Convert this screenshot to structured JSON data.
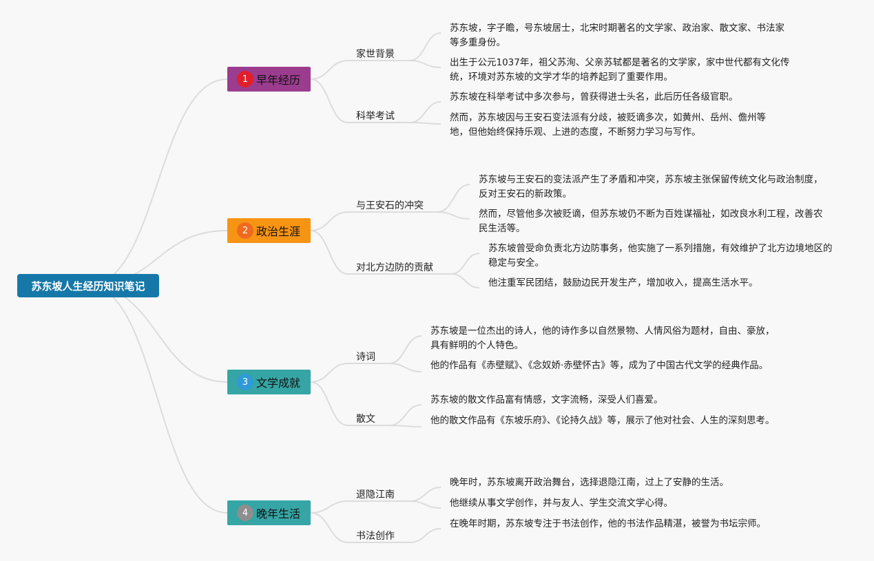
{
  "root": {
    "title": "苏东坡人生经历知识笔记"
  },
  "branches": [
    {
      "num": "1",
      "label": "早年经历",
      "color": "#9b3c8f",
      "badge_color": "#e01f2b",
      "children": [
        {
          "label": "家世背景",
          "leaves": [
            "苏东坡，字子瞻，号东坡居士，北宋时期著名的文学家、政治家、散文家、书法家等多重身份。",
            "出生于公元1037年，祖父苏洵、父亲苏轼都是著名的文学家，家中世代都有文化传统，环境对苏东坡的文学才华的培养起到了重要作用。"
          ]
        },
        {
          "label": "科举考试",
          "leaves": [
            "苏东坡在科举考试中多次参与，曾获得进士头名，此后历任各级官职。",
            "然而，苏东坡因与王安石变法派有分歧，被贬谪多次，如黄州、岳州、儋州等地，但他始终保持乐观、上进的态度，不断努力学习与写作。"
          ]
        }
      ]
    },
    {
      "num": "2",
      "label": "政治生涯",
      "color": "#f79414",
      "badge_color": "#ef6a1e",
      "children": [
        {
          "label": "与王安石的冲突",
          "leaves": [
            "苏东坡与王安石的变法派产生了矛盾和冲突，苏东坡主张保留传统文化与政治制度，反对王安石的新政策。",
            "然而，尽管他多次被贬谪，但苏东坡仍不断为百姓谋福祉，如改良水利工程，改善农民生活等。"
          ]
        },
        {
          "label": "对北方边防的贡献",
          "leaves": [
            "苏东坡曾受命负责北方边防事务，他实施了一系列措施，有效维护了北方边境地区的稳定与安全。",
            "他注重军民团结，鼓励边民开发生产，增加收入，提高生活水平。"
          ]
        }
      ]
    },
    {
      "num": "3",
      "label": "文学成就",
      "color": "#36a5a5",
      "badge_color": "#2e9ad6",
      "children": [
        {
          "label": "诗词",
          "leaves": [
            "苏东坡是一位杰出的诗人，他的诗作多以自然景物、人情风俗为题材，自由、豪放，具有鲜明的个人特色。",
            "他的作品有《赤壁赋》、《念奴娇·赤壁怀古》等，成为了中国古代文学的经典作品。"
          ]
        },
        {
          "label": "散文",
          "leaves": [
            "苏东坡的散文作品富有情感，文字流畅，深受人们喜爱。",
            "他的散文作品有《东坡乐府》、《论持久战》等，展示了他对社会、人生的深刻思考。"
          ]
        }
      ]
    },
    {
      "num": "4",
      "label": "晚年生活",
      "color": "#36a5a5",
      "badge_color": "#8e8e8e",
      "children": [
        {
          "label": "退隐江南",
          "leaves": [
            "晚年时，苏东坡离开政治舞台，选择退隐江南，过上了安静的生活。",
            "他继续从事文学创作，并与友人、学生交流文学心得。"
          ]
        },
        {
          "label": "书法创作",
          "leaves": [
            "在晚年时期，苏东坡专注于书法创作，他的书法作品精湛，被誉为书坛宗师。"
          ]
        }
      ]
    }
  ]
}
